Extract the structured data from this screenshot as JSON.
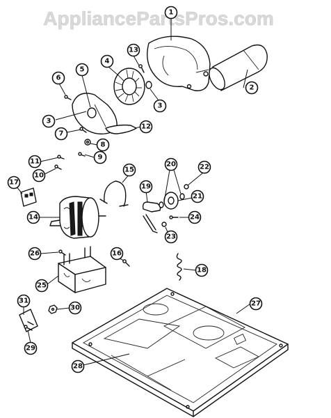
{
  "watermark": "AppliancePartsPros.com",
  "callouts": [
    "1",
    "2",
    "3",
    "3",
    "4",
    "5",
    "6",
    "7",
    "8",
    "9",
    "10",
    "11",
    "12",
    "13",
    "14",
    "15",
    "16",
    "17",
    "18",
    "19",
    "20",
    "21",
    "22",
    "23",
    "24",
    "25",
    "26",
    "27",
    "28",
    "29",
    "30",
    "31"
  ]
}
